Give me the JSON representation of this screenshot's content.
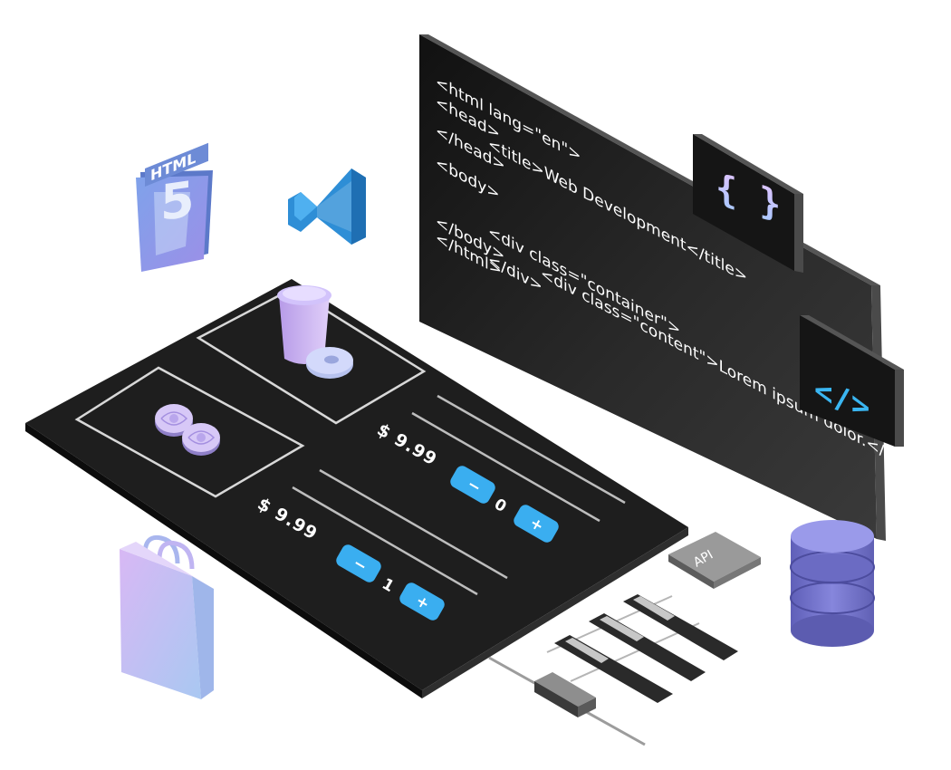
{
  "code_panel": {
    "lines": [
      "<html lang=\"en\">",
      "<head>",
      "<title>Web Development</title>",
      "</head>",
      "<body>",
      "<div class=\"container\">",
      "<div class=\"content\">Lorem ipsum dolor.</div>",
      "</div>",
      "</body>",
      "</html>"
    ]
  },
  "badges": {
    "braces": "{ }",
    "tag": "</>",
    "api": "API"
  },
  "html5_logo": {
    "word": "HTML",
    "number": "5"
  },
  "shop": {
    "items": [
      {
        "price": "$ 9.99",
        "quantity": "0",
        "minus": "−",
        "plus": "+"
      },
      {
        "price": "$ 9.99",
        "quantity": "1",
        "minus": "−",
        "plus": "+"
      }
    ]
  },
  "colors": {
    "panel_dark": "#232323",
    "accent_blue": "#3aaef0",
    "lilac": "#c9b4f5",
    "database": "#6f6fc8"
  }
}
